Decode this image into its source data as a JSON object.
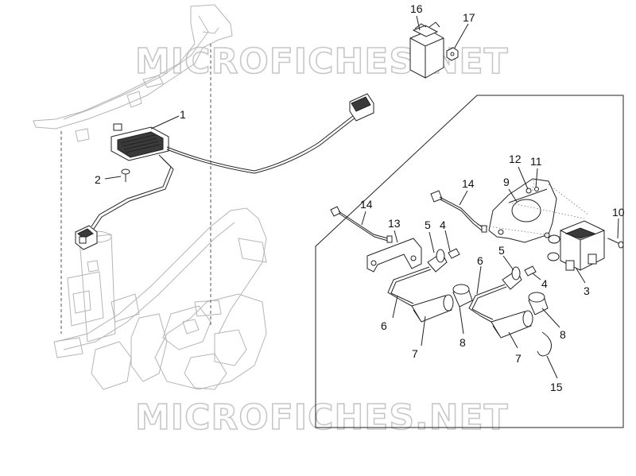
{
  "watermark": {
    "top": "MICROFICHES.NET",
    "bottom": "MICROFICHES.NET"
  },
  "callouts": {
    "c1": "1",
    "c2": "2",
    "c3": "3",
    "c4a": "4",
    "c4b": "4",
    "c5a": "5",
    "c5b": "5",
    "c6a": "6",
    "c6b": "6",
    "c7a": "7",
    "c7b": "7",
    "c8a": "8",
    "c8b": "8",
    "c9": "9",
    "c10": "10",
    "c11": "11",
    "c12": "12",
    "c13": "13",
    "c14a": "14",
    "c14b": "14",
    "c15": "15",
    "c16": "16",
    "c17": "17"
  }
}
